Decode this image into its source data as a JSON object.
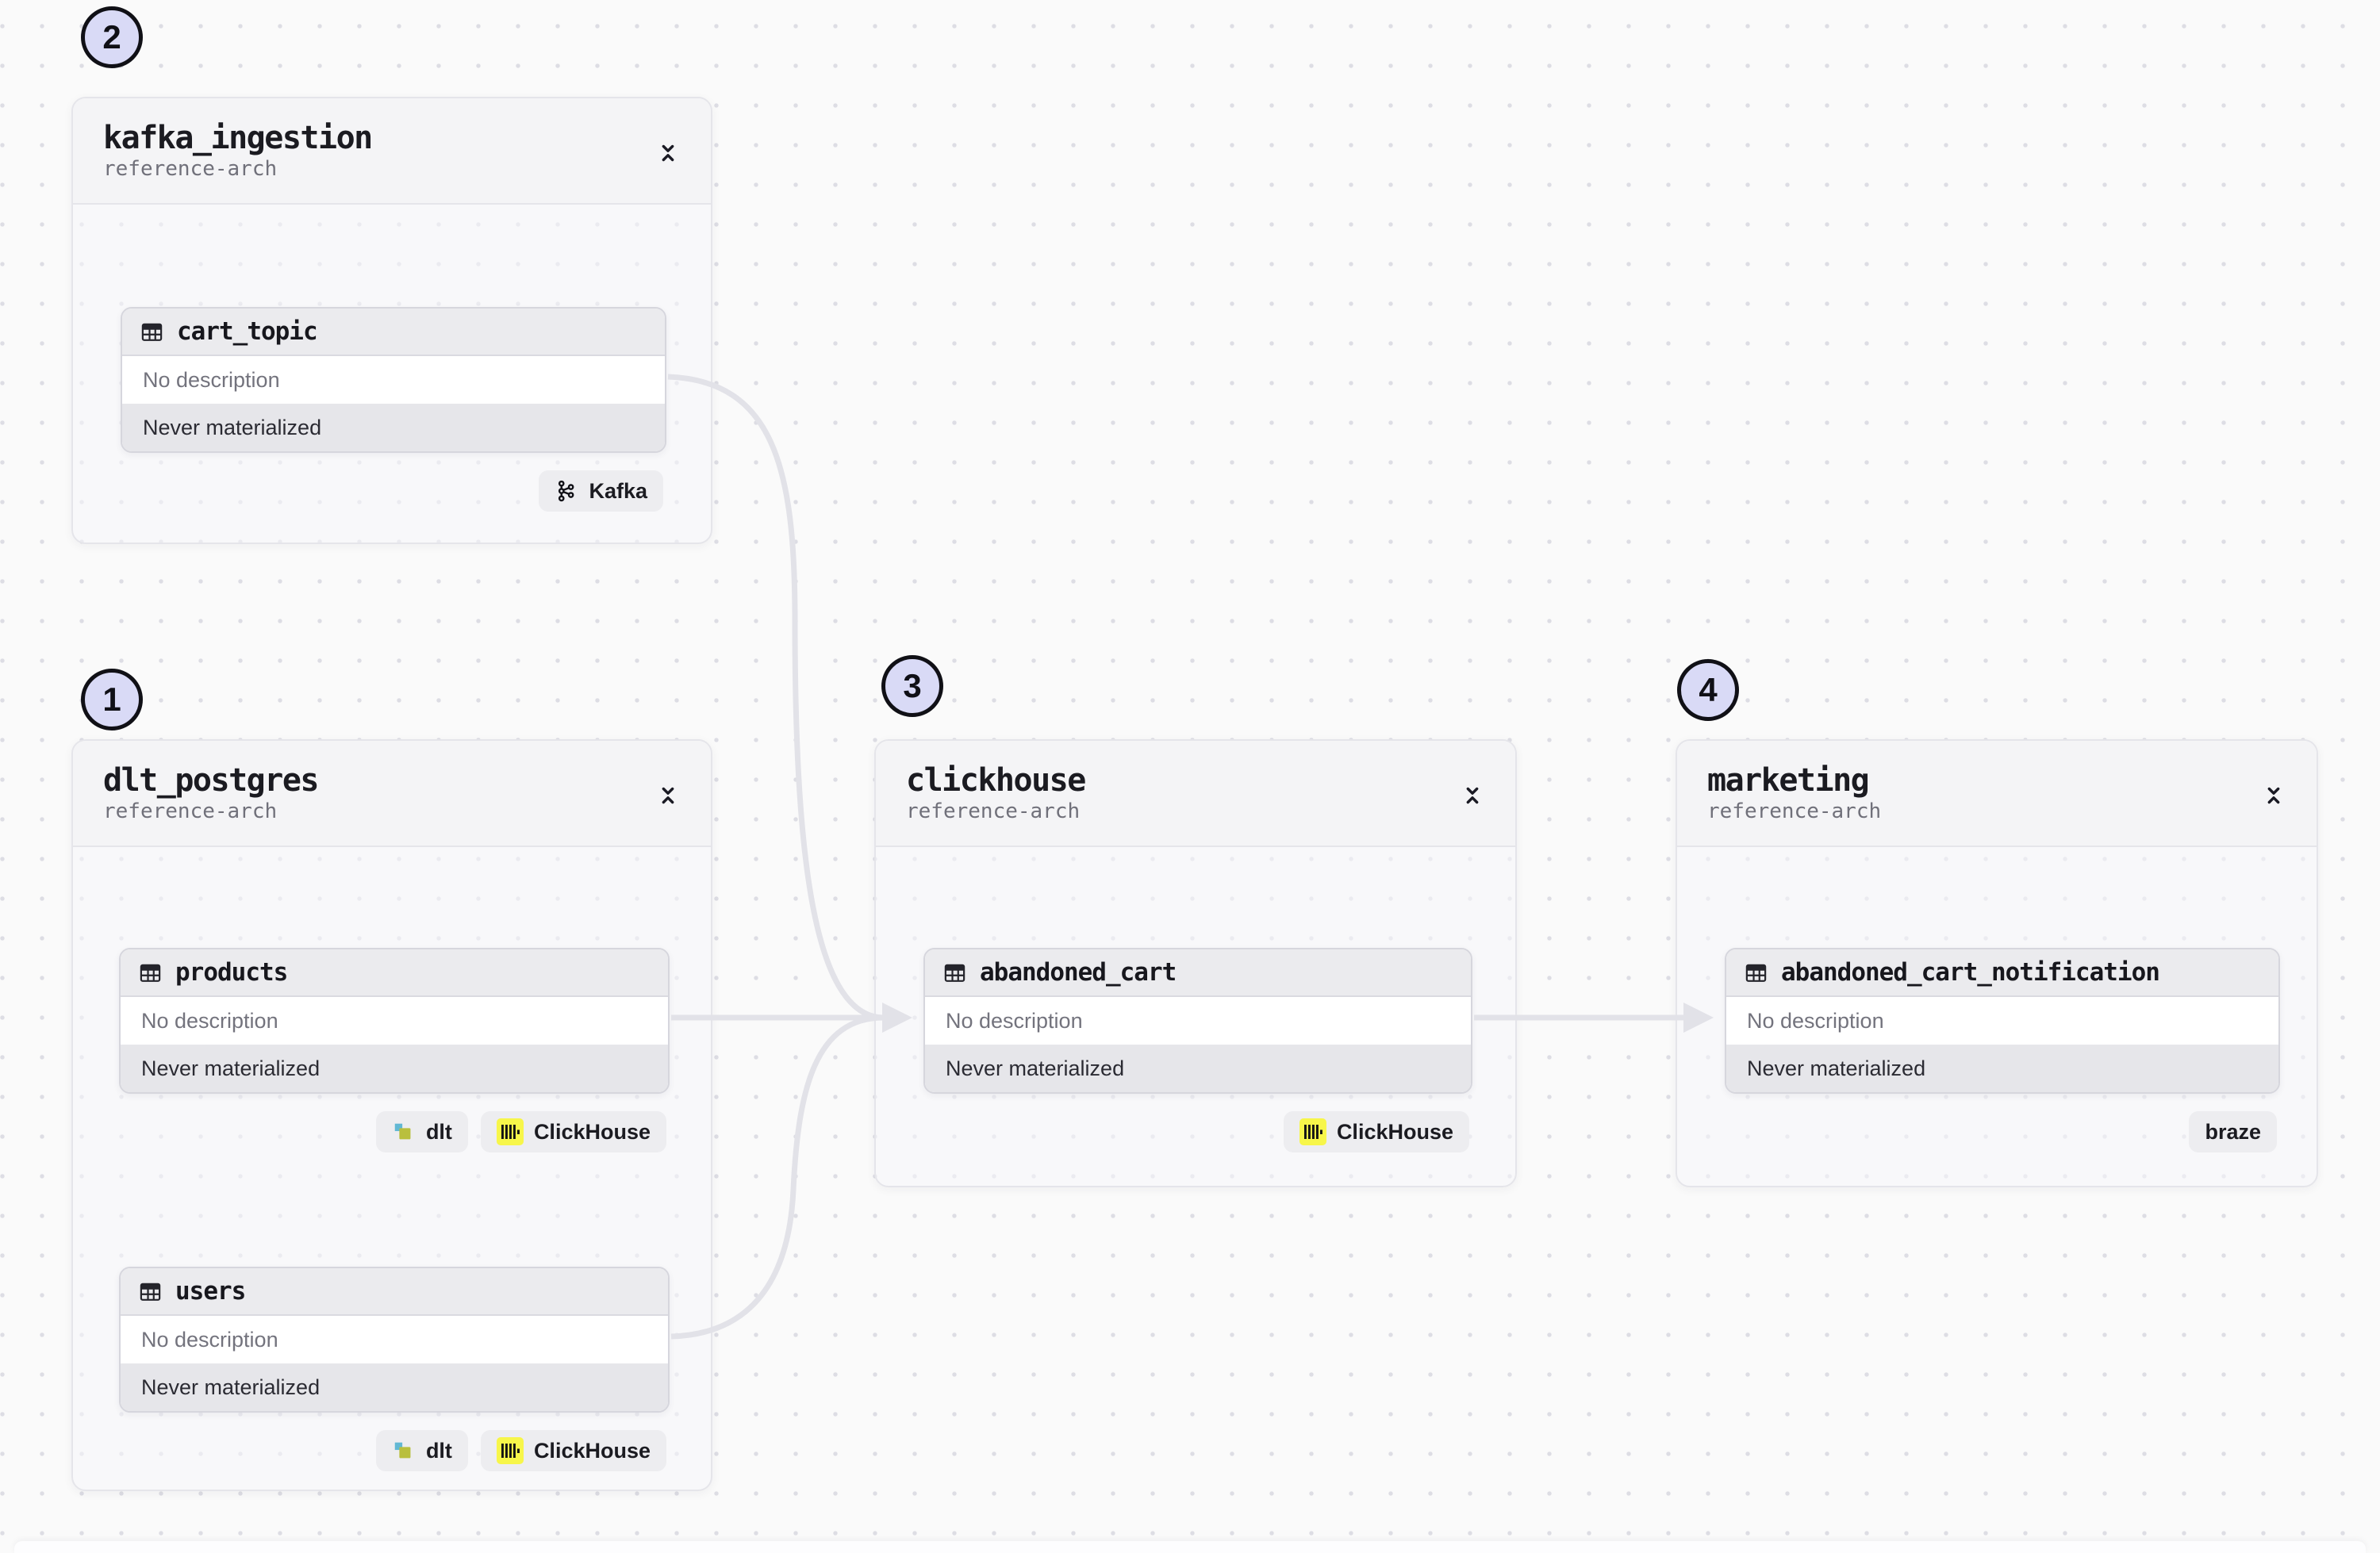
{
  "groups": {
    "kafka_ingestion": {
      "badge": "2",
      "title": "kafka_ingestion",
      "subtitle": "reference-arch"
    },
    "dlt_postgres": {
      "badge": "1",
      "title": "dlt_postgres",
      "subtitle": "reference-arch"
    },
    "clickhouse": {
      "badge": "3",
      "title": "clickhouse",
      "subtitle": "reference-arch"
    },
    "marketing": {
      "badge": "4",
      "title": "marketing",
      "subtitle": "reference-arch"
    }
  },
  "assets": {
    "cart_topic": {
      "name": "cart_topic",
      "description": "No description",
      "status": "Never materialized"
    },
    "products": {
      "name": "products",
      "description": "No description",
      "status": "Never materialized"
    },
    "users": {
      "name": "users",
      "description": "No description",
      "status": "Never materialized"
    },
    "abandoned_cart": {
      "name": "abandoned_cart",
      "description": "No description",
      "status": "Never materialized"
    },
    "abandoned_cart_notification": {
      "name": "abandoned_cart_notification",
      "description": "No description",
      "status": "Never materialized"
    }
  },
  "tags": {
    "kafka": "Kafka",
    "dlt": "dlt",
    "clickhouse": "ClickHouse",
    "braze": "braze"
  },
  "icons": {
    "asset": "table-icon",
    "group_toggle": "collapse-vertical-icon",
    "kafka": "kafka-icon",
    "dlt": "dlt-icon",
    "clickhouse": "clickhouse-icon"
  },
  "edges": [
    {
      "from": "cart_topic",
      "to": "abandoned_cart"
    },
    {
      "from": "products",
      "to": "abandoned_cart"
    },
    {
      "from": "users",
      "to": "abandoned_cart"
    },
    {
      "from": "abandoned_cart",
      "to": "abandoned_cart_notification"
    }
  ],
  "colors": {
    "canvas_bg": "#fafafa",
    "dot": "#dddde4",
    "badge_bg": "#d9daf6",
    "edge": "#e2e2e8",
    "clickhouse_yellow": "#f7f64a",
    "dlt_teal": "#62b8d4",
    "dlt_olive": "#b9bf3d"
  }
}
